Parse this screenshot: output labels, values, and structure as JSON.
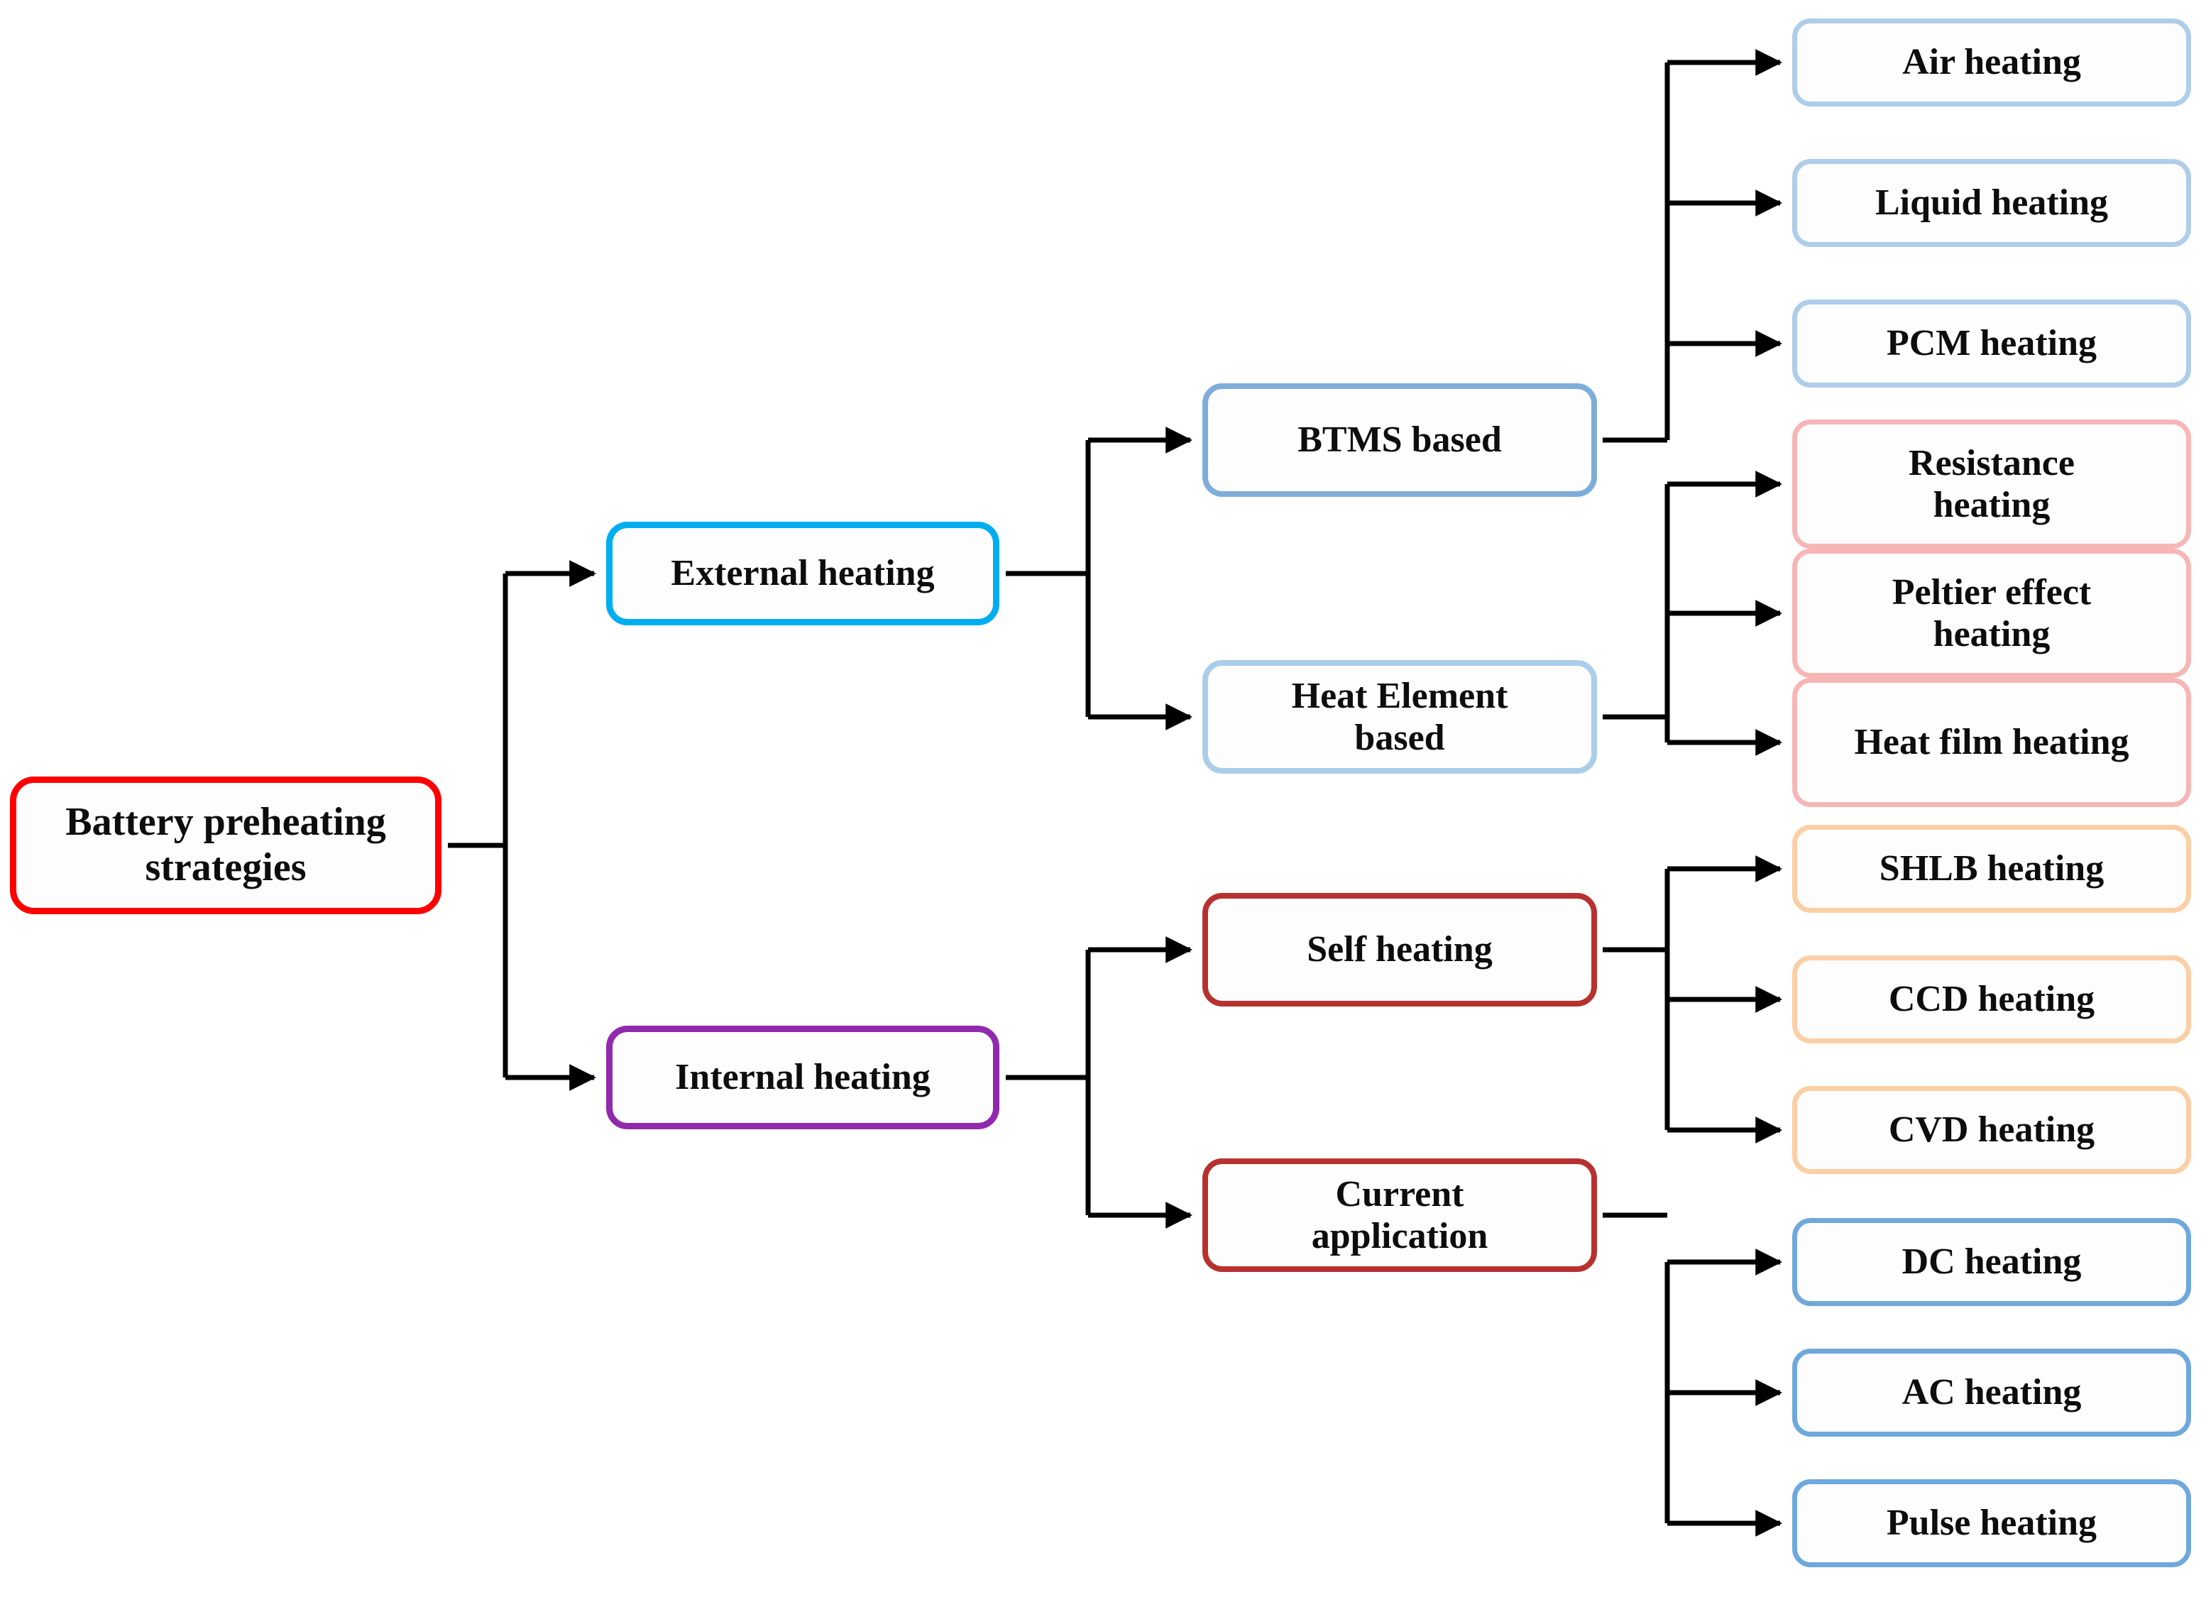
{
  "diagram": {
    "title": "Battery preheating strategies taxonomy",
    "colors": {
      "root_border": "#FF0000",
      "external_border": "#00AEEF",
      "internal_border": "#9129AE",
      "btms_border": "#7FADD9",
      "heat_element_border": "#AACDE9",
      "self_heating_border": "#B7312F",
      "current_application_border": "#B7312F",
      "btms_leaf_border": "#AECDE8",
      "heat_element_leaf_border": "#F6B6B6",
      "self_heating_leaf_border": "#FBCFA5",
      "current_leaf_border": "#6FA8DC",
      "edge_color": "#000000"
    },
    "root": {
      "label": "Battery preheating\nstrategies"
    },
    "level2": [
      {
        "id": "external",
        "label": "External heating"
      },
      {
        "id": "internal",
        "label": "Internal heating"
      }
    ],
    "level3": [
      {
        "id": "btms",
        "label": "BTMS based",
        "parent": "external"
      },
      {
        "id": "heat_element",
        "label": "Heat Element\nbased",
        "parent": "external"
      },
      {
        "id": "self_heating",
        "label": "Self heating",
        "parent": "internal"
      },
      {
        "id": "current_application",
        "label": "Current\napplication",
        "parent": "internal"
      }
    ],
    "leaves": [
      {
        "id": "air",
        "label": "Air heating",
        "parent": "btms"
      },
      {
        "id": "liquid",
        "label": "Liquid heating",
        "parent": "btms"
      },
      {
        "id": "pcm",
        "label": "PCM heating",
        "parent": "btms"
      },
      {
        "id": "resistance",
        "label": "Resistance\nheating",
        "parent": "heat_element"
      },
      {
        "id": "peltier",
        "label": "Peltier effect\nheating",
        "parent": "heat_element"
      },
      {
        "id": "heatfilm",
        "label": "Heat film heating",
        "parent": "heat_element"
      },
      {
        "id": "shlb",
        "label": "SHLB heating",
        "parent": "self_heating"
      },
      {
        "id": "ccd",
        "label": "CCD heating",
        "parent": "self_heating"
      },
      {
        "id": "cvd",
        "label": "CVD heating",
        "parent": "self_heating"
      },
      {
        "id": "dc",
        "label": "DC heating",
        "parent": "current_application"
      },
      {
        "id": "ac",
        "label": "AC heating",
        "parent": "current_application"
      },
      {
        "id": "pulse",
        "label": "Pulse heating",
        "parent": "current_application"
      }
    ]
  }
}
